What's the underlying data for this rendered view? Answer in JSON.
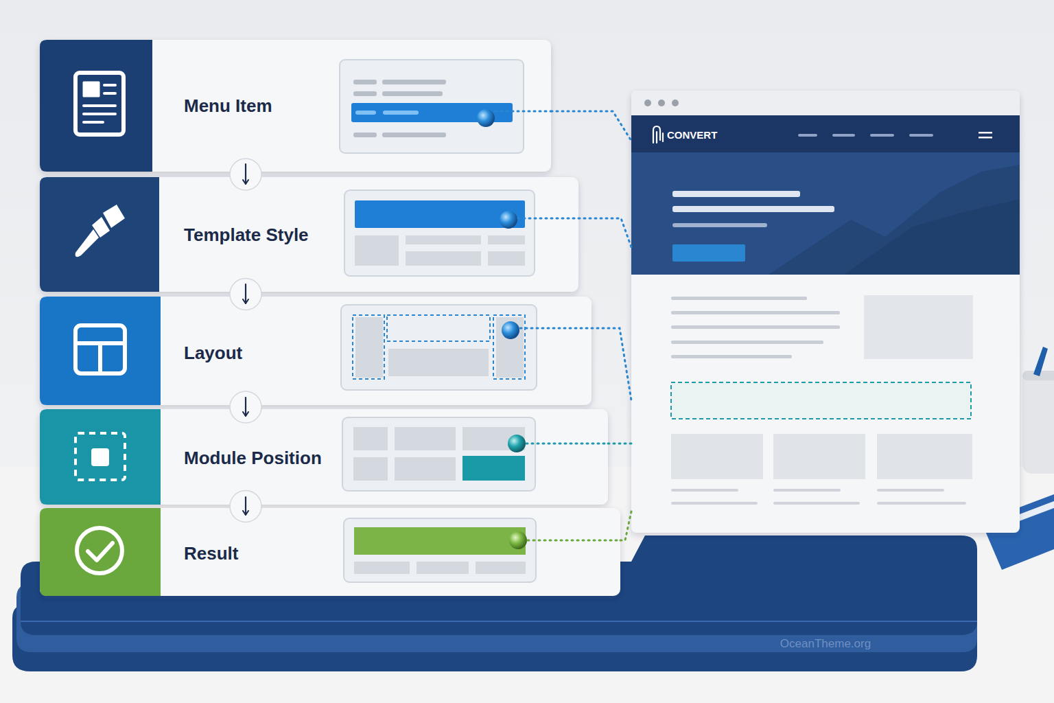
{
  "diagram": {
    "nodes": [
      {
        "text": [
          "Menu Item"
        ]
      },
      {
        "text": [
          "Template Style"
        ]
      },
      {
        "text": [
          "Layout"
        ]
      },
      {
        "text": [
          "Module Position"
        ]
      },
      {
        "text": [
          "Result"
        ]
      },
      {
        "text": [
          "CONVERT"
        ]
      }
    ],
    "edges": [
      {
        "from": 0,
        "to": 1,
        "arrow": "to"
      },
      {
        "from": 1,
        "to": 2,
        "arrow": "to"
      },
      {
        "from": 2,
        "to": 3,
        "arrow": "to"
      },
      {
        "from": 3,
        "to": 4,
        "arrow": "to"
      },
      {
        "from": 0,
        "to": 5,
        "arrow": "none"
      },
      {
        "from": 1,
        "to": 5,
        "arrow": "none"
      },
      {
        "from": 2,
        "to": 5,
        "arrow": "none"
      },
      {
        "from": 3,
        "to": 5,
        "arrow": "none"
      },
      {
        "from": 4,
        "to": 5,
        "arrow": "none"
      }
    ],
    "labels": [
      "OceanTheme.org"
    ]
  }
}
